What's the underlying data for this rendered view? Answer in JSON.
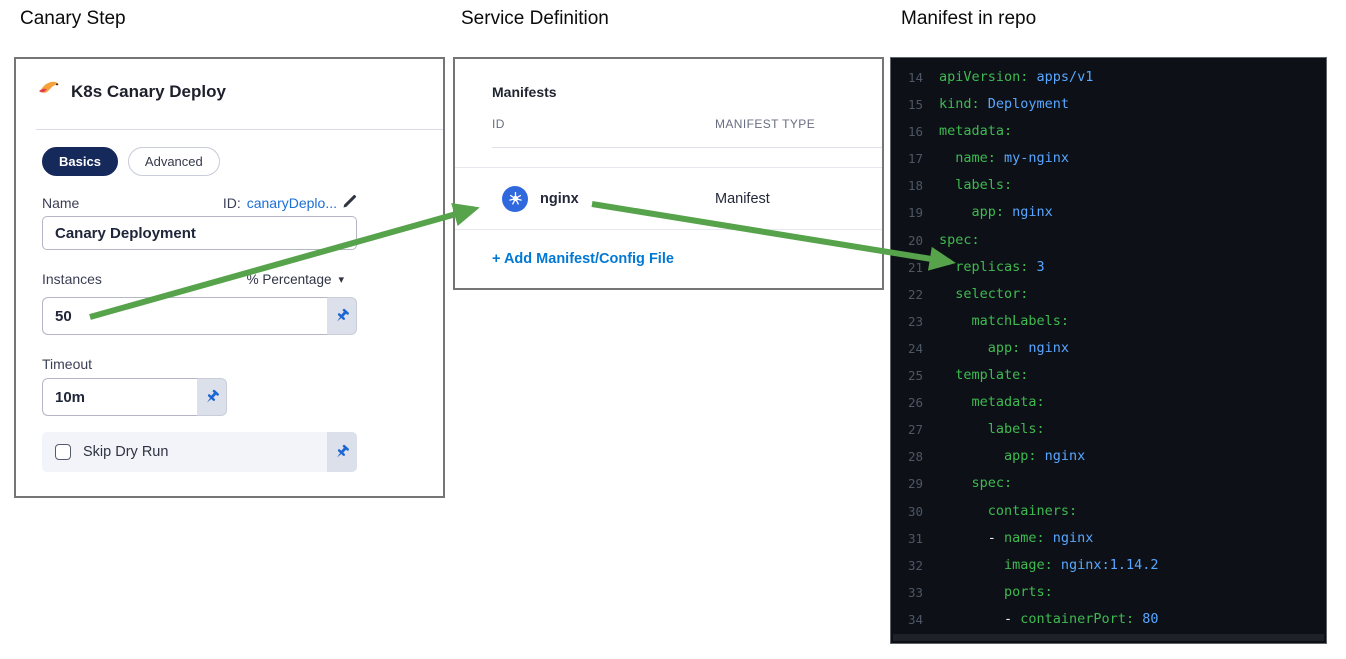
{
  "headings": {
    "canary_step": "Canary Step",
    "service_definition": "Service Definition",
    "manifest_in_repo": "Manifest in repo"
  },
  "canary_panel": {
    "title": "K8s Canary Deploy",
    "icon": "canary-bird-icon",
    "tabs": [
      {
        "label": "Basics",
        "active": true
      },
      {
        "label": "Advanced",
        "active": false
      }
    ],
    "name_field": {
      "label": "Name",
      "id_prefix": "ID:",
      "id_value": "canaryDeplo...",
      "edit_icon": "pencil-icon",
      "value": "Canary Deployment"
    },
    "instances_field": {
      "label": "Instances",
      "unit_selector": "% Percentage",
      "caret": "▾",
      "value": "50",
      "pin_icon": "pin-icon"
    },
    "timeout_field": {
      "label": "Timeout",
      "value": "10m",
      "pin_icon": "pin-icon"
    },
    "skip_dry_run": {
      "label": "Skip Dry Run",
      "checked": false,
      "pin_icon": "pin-icon"
    }
  },
  "service_panel": {
    "title": "Manifests",
    "columns": [
      "ID",
      "MANIFEST TYPE"
    ],
    "rows": [
      {
        "id": "nginx",
        "manifest_type": "Manifest",
        "icon": "kubernetes-icon"
      }
    ],
    "add_link": "+ Add Manifest/Config File"
  },
  "code_panel": {
    "language": "yaml",
    "lines": [
      {
        "num": 14,
        "segments": [
          [
            "apiVersion:",
            "k"
          ],
          [
            " apps/v1",
            "v"
          ]
        ]
      },
      {
        "num": 15,
        "segments": [
          [
            "kind:",
            "k"
          ],
          [
            " Deployment",
            "v"
          ]
        ]
      },
      {
        "num": 16,
        "segments": [
          [
            "metadata:",
            "k"
          ]
        ]
      },
      {
        "num": 17,
        "segments": [
          [
            "  name:",
            "k"
          ],
          [
            " my-nginx",
            "v"
          ]
        ]
      },
      {
        "num": 18,
        "segments": [
          [
            "  labels:",
            "k"
          ]
        ]
      },
      {
        "num": 19,
        "segments": [
          [
            "    app:",
            "k"
          ],
          [
            " nginx",
            "v"
          ]
        ]
      },
      {
        "num": 20,
        "segments": [
          [
            "spec:",
            "k"
          ]
        ]
      },
      {
        "num": 21,
        "segments": [
          [
            "  replicas:",
            "k"
          ],
          [
            " 3",
            "v"
          ]
        ]
      },
      {
        "num": 22,
        "segments": [
          [
            "  selector:",
            "k"
          ]
        ]
      },
      {
        "num": 23,
        "segments": [
          [
            "    matchLabels:",
            "k"
          ]
        ]
      },
      {
        "num": 24,
        "segments": [
          [
            "      app:",
            "k"
          ],
          [
            " nginx",
            "v"
          ]
        ]
      },
      {
        "num": 25,
        "segments": [
          [
            "  template:",
            "k"
          ]
        ]
      },
      {
        "num": 26,
        "segments": [
          [
            "    metadata:",
            "k"
          ]
        ]
      },
      {
        "num": 27,
        "segments": [
          [
            "      labels:",
            "k"
          ]
        ]
      },
      {
        "num": 28,
        "segments": [
          [
            "        app:",
            "k"
          ],
          [
            " nginx",
            "v"
          ]
        ]
      },
      {
        "num": 29,
        "segments": [
          [
            "    spec:",
            "k"
          ]
        ]
      },
      {
        "num": 30,
        "segments": [
          [
            "      containers:",
            "k"
          ]
        ]
      },
      {
        "num": 31,
        "segments": [
          [
            "      - ",
            "p"
          ],
          [
            "name:",
            "k"
          ],
          [
            " nginx",
            "v"
          ]
        ]
      },
      {
        "num": 32,
        "segments": [
          [
            "        image:",
            "k"
          ],
          [
            " nginx:1.14.2",
            "v"
          ]
        ]
      },
      {
        "num": 33,
        "segments": [
          [
            "        ports:",
            "k"
          ]
        ]
      },
      {
        "num": 34,
        "segments": [
          [
            "        - ",
            "p"
          ],
          [
            "containerPort:",
            "k"
          ],
          [
            " 80",
            "v"
          ]
        ]
      }
    ]
  },
  "colors": {
    "arrow_green": "#57a34b",
    "link_blue": "#0278d5",
    "id_link_blue": "#1a6fd6",
    "active_tab_navy": "#16295b",
    "kubernetes_blue": "#3069de",
    "pin_blue": "#1b66d2",
    "code_background": "#0d1117",
    "code_key_green": "#3fb950",
    "code_value_blue": "#58a6ff",
    "code_line_number": "#4e5665"
  }
}
